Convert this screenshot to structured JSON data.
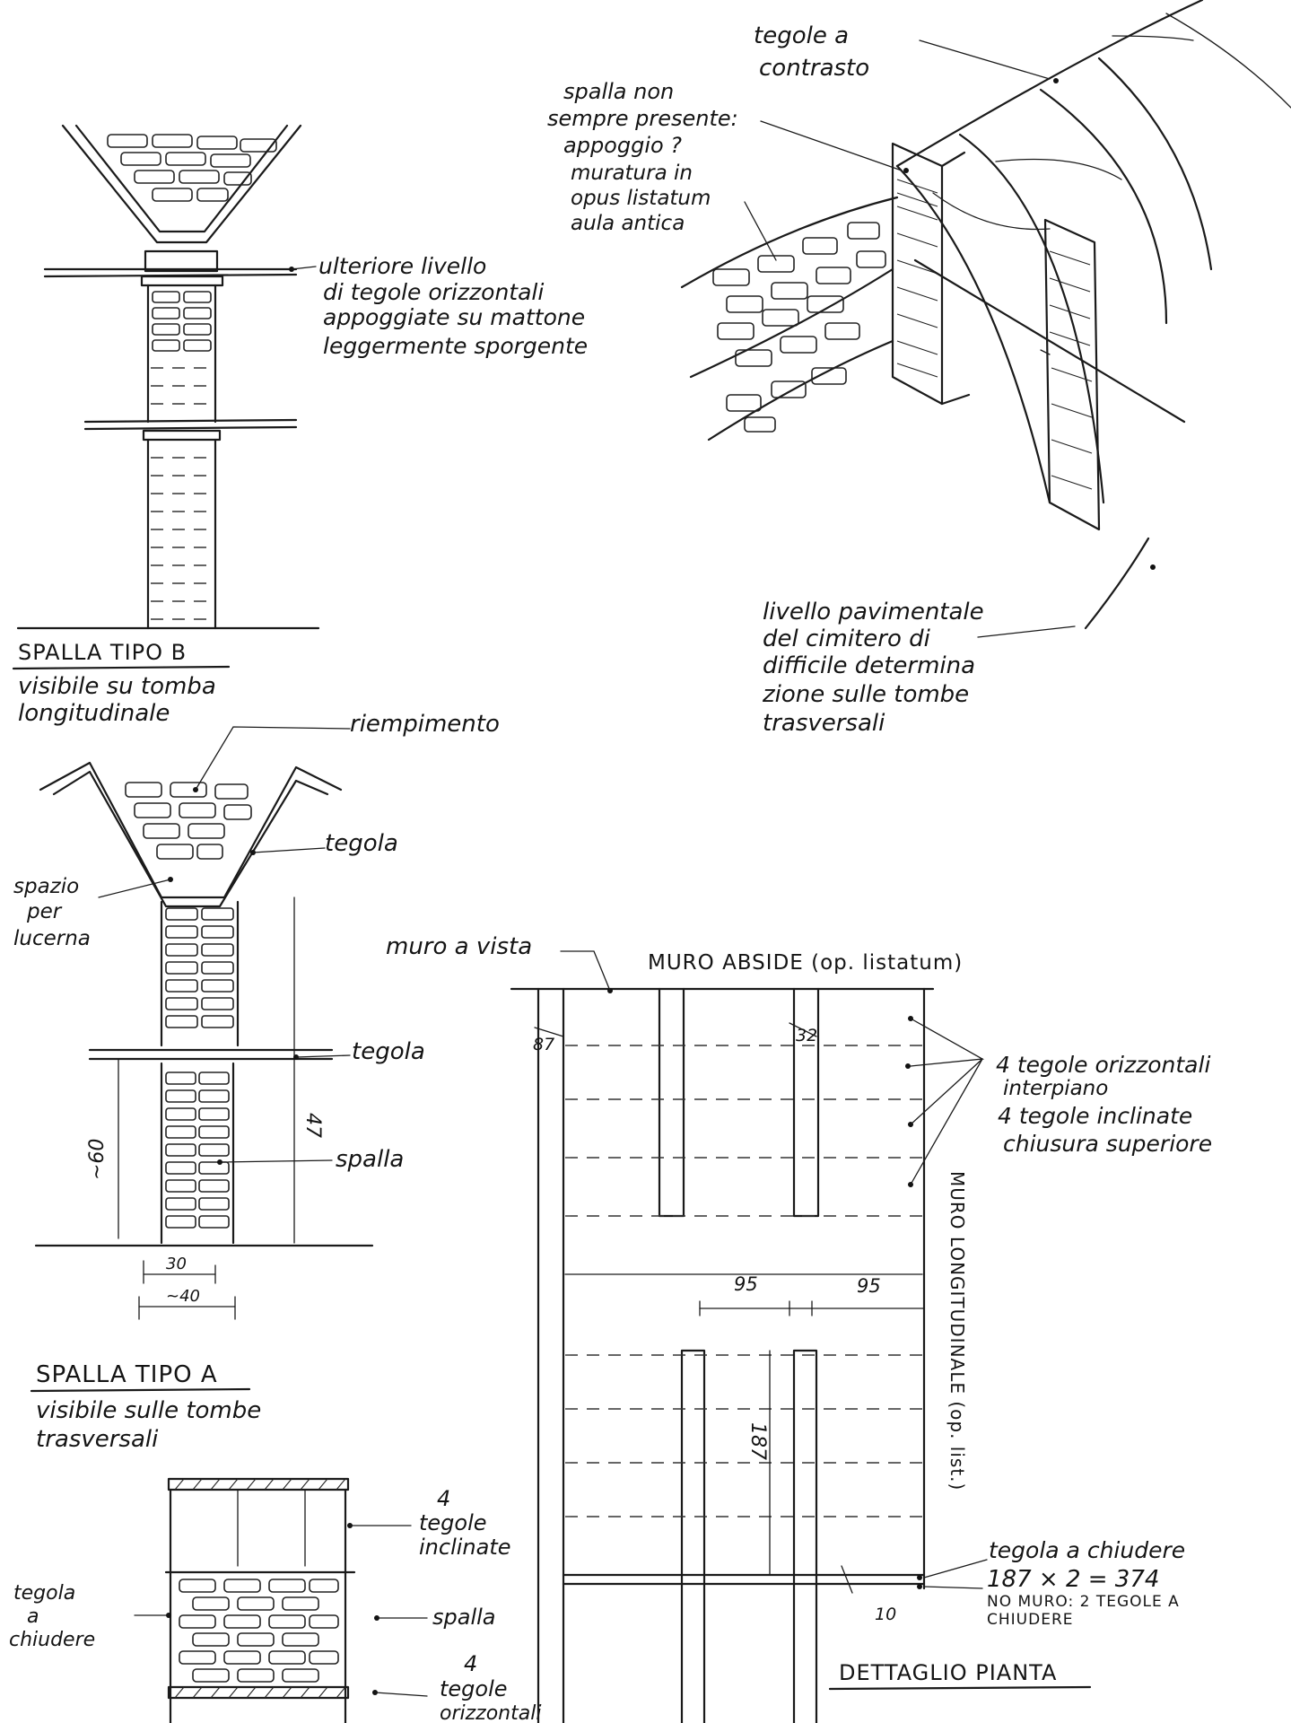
{
  "sketch_top_right": {
    "label_tegole_contrasto": [
      "tegole a",
      "contrasto"
    ],
    "label_spalla_non": [
      "spalla non",
      "sempre presente:",
      "appoggio ?"
    ],
    "label_muratura": [
      "muratura in",
      "opus listatum",
      "aula antica"
    ],
    "label_livello": [
      "livello pavimentale",
      "del cimitero di",
      "difficile determina",
      "zione sulle tombe",
      "trasversali"
    ]
  },
  "sketch_tipo_b": {
    "label_ulteriore": [
      "ulteriore livello",
      "di tegole orizzontali",
      "appoggiate su mattone",
      "leggermente sporgente"
    ],
    "caption": "SPALLA TIPO B",
    "subcaption": [
      "visibile su tomba",
      "longitudinale"
    ]
  },
  "sketch_tipo_a": {
    "label_riempimento": "riempimento",
    "label_tegola_top": "tegola",
    "label_spazio": [
      "spazio",
      "per",
      "lucerna"
    ],
    "label_tegola_mid": "tegola",
    "label_spalla": "spalla",
    "dim_left": "~60",
    "dim_right": "47",
    "dim_inner_width": "30",
    "dim_outer_width": "~40",
    "caption": "SPALLA TIPO A",
    "subcaption": [
      "visibile sulle tombe",
      "trasversali"
    ]
  },
  "sketch_bottom_left": {
    "label_4_inclinate": [
      "4",
      "tegole",
      "inclinate"
    ],
    "label_tegola_chiudere": [
      "tegola",
      "a",
      "chiudere"
    ],
    "label_spalla": "spalla",
    "label_4_orizzontali": [
      "4",
      "tegole",
      "orizzontali"
    ]
  },
  "plan_detail": {
    "label_muro_vista": "muro a vista",
    "title_muro_abside": "MURO ABSIDE (op. listatum)",
    "dim_left_wall": "87",
    "dim_right_pillar": "32",
    "label_4_tegole": [
      "4 tegole orizzontali",
      "interpiano",
      "4 tegole inclinate",
      "chiusura superiore"
    ],
    "label_muro_long": "MURO LONGITUDINALE (op. list.)",
    "dim_95_left": "95",
    "dim_95_right": "95",
    "dim_187": "187",
    "label_tegola_chiudere": "tegola a chiudere",
    "calc": "187 × 2 = 374",
    "note_no_muro": [
      "NO MURO: 2 TEGOLE A",
      "CHIUDERE"
    ],
    "dim_10": "10",
    "caption": "DETTAGLIO PIANTA"
  }
}
